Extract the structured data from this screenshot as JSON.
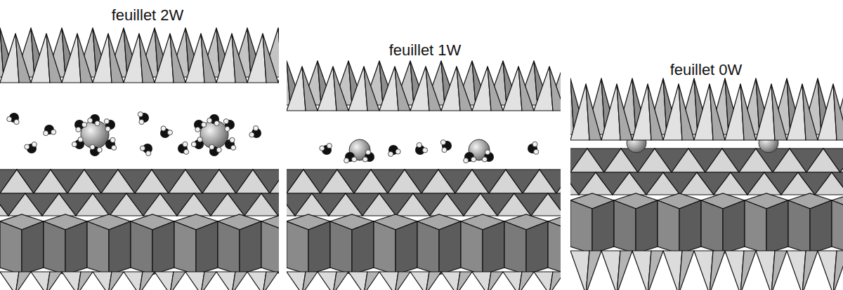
{
  "diagram": {
    "labels": [
      "feuillet 2W",
      "feuillet 1W",
      "feuillet 0W"
    ]
  }
}
